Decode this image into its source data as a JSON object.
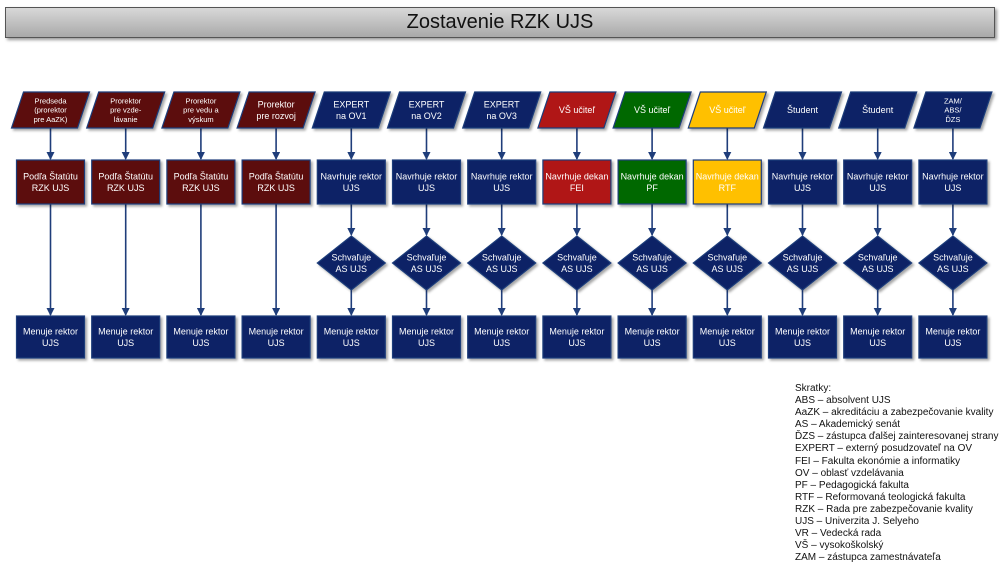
{
  "title": "Zostavenie RZK UJS",
  "colors": {
    "blue": "#0c2366",
    "maroon": "#5b0a0c",
    "red": "#b01414",
    "green": "#046704",
    "yellow": "#ffc000",
    "line": "#1f3d7a"
  },
  "columns": [
    {
      "top": [
        "Predseda",
        "(prorektor",
        "pre AaZK)"
      ],
      "top_color": "maroon",
      "mid": [
        "Podľa Štatútu",
        "RZK UJS"
      ],
      "mid_color": "maroon",
      "diamond": null,
      "bottom": [
        "Menuje rektor",
        "UJS"
      ]
    },
    {
      "top": [
        "Prorektor",
        "pre vzde-",
        "lávanie"
      ],
      "top_color": "maroon",
      "mid": [
        "Podľa Štatútu",
        "RZK UJS"
      ],
      "mid_color": "maroon",
      "diamond": null,
      "bottom": [
        "Menuje rektor",
        "UJS"
      ]
    },
    {
      "top": [
        "Prorektor",
        "pre vedu a",
        "výskum"
      ],
      "top_color": "maroon",
      "mid": [
        "Podľa Štatútu",
        "RZK UJS"
      ],
      "mid_color": "maroon",
      "diamond": null,
      "bottom": [
        "Menuje rektor",
        "UJS"
      ]
    },
    {
      "top": [
        "Prorektor",
        "pre rozvoj"
      ],
      "top_color": "maroon",
      "mid": [
        "Podľa Štatútu",
        "RZK UJS"
      ],
      "mid_color": "maroon",
      "diamond": null,
      "bottom": [
        "Menuje rektor",
        "UJS"
      ]
    },
    {
      "top": [
        "EXPERT",
        "na OV1"
      ],
      "top_color": "blue",
      "mid": [
        "Navrhuje rektor",
        "UJS"
      ],
      "mid_color": "blue",
      "diamond": [
        "Schvaľuje",
        "AS UJS"
      ],
      "bottom": [
        "Menuje rektor",
        "UJS"
      ]
    },
    {
      "top": [
        "EXPERT",
        "na OV2"
      ],
      "top_color": "blue",
      "mid": [
        "Navrhuje rektor",
        "UJS"
      ],
      "mid_color": "blue",
      "diamond": [
        "Schvaľuje",
        "AS UJS"
      ],
      "bottom": [
        "Menuje rektor",
        "UJS"
      ]
    },
    {
      "top": [
        "EXPERT",
        "na OV3"
      ],
      "top_color": "blue",
      "mid": [
        "Navrhuje rektor",
        "UJS"
      ],
      "mid_color": "blue",
      "diamond": [
        "Schvaľuje",
        "AS UJS"
      ],
      "bottom": [
        "Menuje rektor",
        "UJS"
      ]
    },
    {
      "top": [
        "VŠ učiteľ"
      ],
      "top_color": "red",
      "mid": [
        "Navrhuje dekan",
        "FEI"
      ],
      "mid_color": "red",
      "diamond": [
        "Schvaľuje",
        "AS UJS"
      ],
      "bottom": [
        "Menuje rektor",
        "UJS"
      ]
    },
    {
      "top": [
        "VŠ učiteľ"
      ],
      "top_color": "green",
      "mid": [
        "Navrhuje dekan",
        "PF"
      ],
      "mid_color": "green",
      "diamond": [
        "Schvaľuje",
        "AS UJS"
      ],
      "bottom": [
        "Menuje rektor",
        "UJS"
      ]
    },
    {
      "top": [
        "VŠ učiteľ"
      ],
      "top_color": "yellow",
      "mid": [
        "Navrhuje dekan",
        "RTF"
      ],
      "mid_color": "yellow",
      "diamond": [
        "Schvaľuje",
        "AS UJS"
      ],
      "bottom": [
        "Menuje rektor",
        "UJS"
      ]
    },
    {
      "top": [
        "Študent"
      ],
      "top_color": "blue",
      "mid": [
        "Navrhuje rektor",
        "UJS"
      ],
      "mid_color": "blue",
      "diamond": [
        "Schvaľuje",
        "AS UJS"
      ],
      "bottom": [
        "Menuje rektor",
        "UJS"
      ]
    },
    {
      "top": [
        "Študent"
      ],
      "top_color": "blue",
      "mid": [
        "Navrhuje rektor",
        "UJS"
      ],
      "mid_color": "blue",
      "diamond": [
        "Schvaľuje",
        "AS UJS"
      ],
      "bottom": [
        "Menuje rektor",
        "UJS"
      ]
    },
    {
      "top": [
        "ZAM/",
        "ABS/",
        "ĎZS"
      ],
      "top_color": "blue",
      "mid": [
        "Navrhuje rektor",
        "UJS"
      ],
      "mid_color": "blue",
      "diamond": [
        "Schvaľuje",
        "AS UJS"
      ],
      "bottom": [
        "Menuje rektor",
        "UJS"
      ]
    }
  ],
  "legend": {
    "heading": "Skratky:",
    "items": [
      "ABS – absolvent UJS",
      "AaZK – akreditáciu a zabezpečovanie kvality",
      "AS – Akademický senát",
      "ĎZS – zástupca ďalšej zainteresovanej strany",
      "EXPERT – externý posudzovateľ na OV",
      "FEI – Fakulta ekonómie a informatiky",
      "OV – oblasť vzdelávania",
      "PF – Pedagogická fakulta",
      "RTF – Reformovaná teologická fakulta",
      "RZK – Rada pre zabezpečovanie kvality",
      "UJS – Univerzita J. Selyeho",
      "VR – Vedecká rada",
      "VŠ – vysokoškolský",
      "ZAM – zástupca zamestnávateľa"
    ]
  }
}
